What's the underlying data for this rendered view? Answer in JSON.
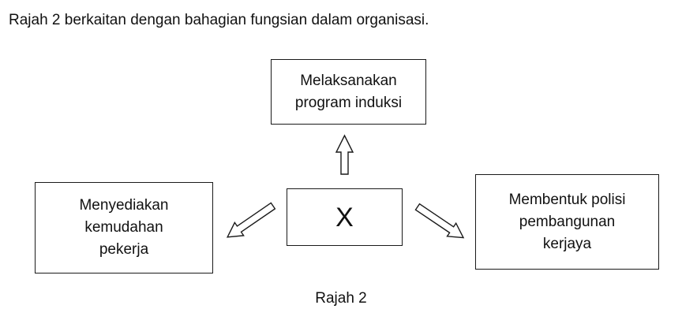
{
  "intro": "Rajah 2 berkaitan dengan bahagian fungsian dalam organisasi.",
  "diagram": {
    "center": "X",
    "top": "Melaksanakan\nprogram induksi",
    "left": "Menyediakan\nkemudahan\npekerja",
    "right": "Membentuk polisi\npembangunan\nkerjaya"
  },
  "caption": "Rajah 2"
}
